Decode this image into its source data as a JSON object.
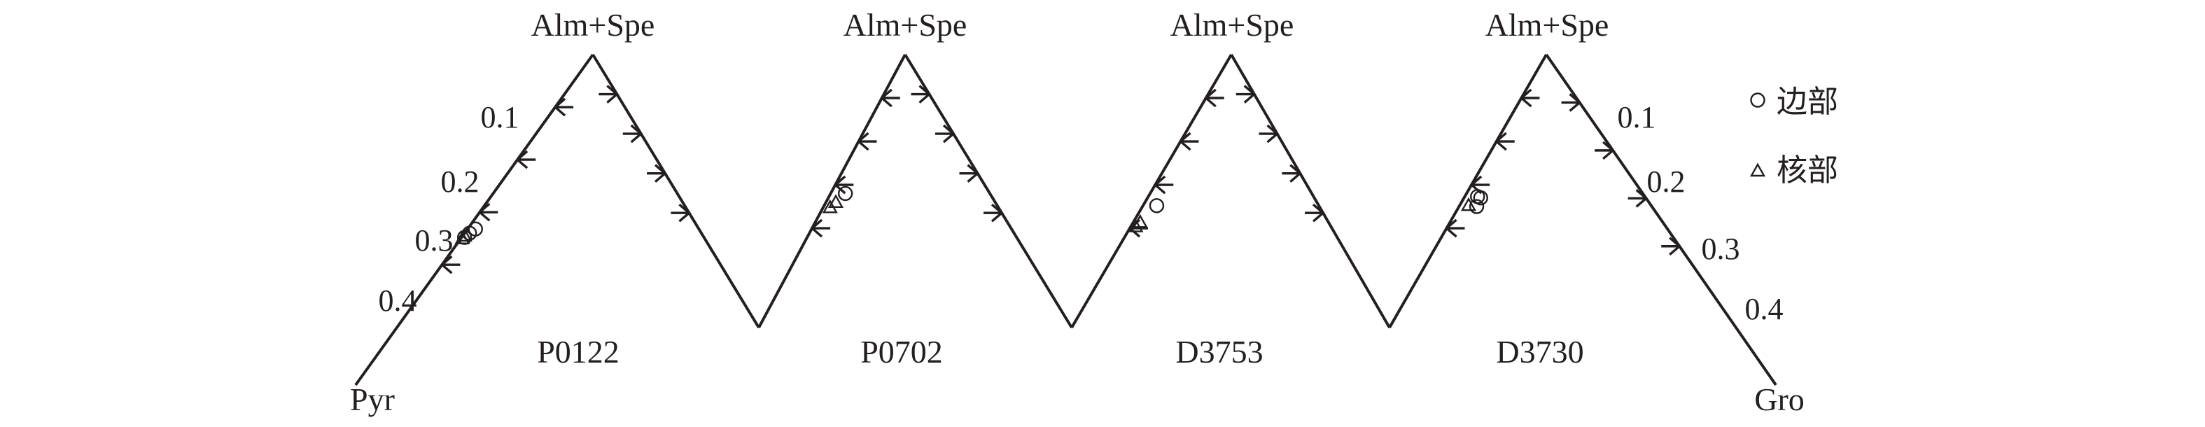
{
  "diagram": {
    "apex_label": "Alm+Spe",
    "left_corner_label": "Pyr",
    "right_corner_label": "Gro",
    "ticks": [
      0.1,
      0.2,
      0.3,
      0.4
    ],
    "tick_labels": [
      "0.1",
      "0.2",
      "0.3",
      "0.4"
    ],
    "legend": [
      {
        "symbol": "circle",
        "label": "边部"
      },
      {
        "symbol": "triangle",
        "label": "核部"
      }
    ],
    "samples": [
      {
        "name": "P0122",
        "points": [
          {
            "symbol": "triangle",
            "pyr_fraction": 0.345,
            "gro_offset": 0.004
          },
          {
            "symbol": "triangle",
            "pyr_fraction": 0.35,
            "gro_offset": 0.003
          },
          {
            "symbol": "circle",
            "pyr_fraction": 0.332,
            "gro_offset": 0.016
          },
          {
            "symbol": "circle",
            "pyr_fraction": 0.34,
            "gro_offset": 0.01
          },
          {
            "symbol": "circle",
            "pyr_fraction": 0.348,
            "gro_offset": 0.006
          }
        ]
      },
      {
        "name": "P0702",
        "points": [
          {
            "symbol": "circle",
            "pyr_fraction": 0.32,
            "gro_offset": 0.03
          },
          {
            "symbol": "triangle",
            "pyr_fraction": 0.34,
            "gro_offset": 0.02
          },
          {
            "symbol": "triangle",
            "pyr_fraction": 0.352,
            "gro_offset": 0.014
          }
        ]
      },
      {
        "name": "D3753",
        "points": [
          {
            "symbol": "circle",
            "pyr_fraction": 0.348,
            "gro_offset": 0.028
          },
          {
            "symbol": "triangle",
            "pyr_fraction": 0.386,
            "gro_offset": 0.014
          },
          {
            "symbol": "triangle",
            "pyr_fraction": 0.396,
            "gro_offset": 0.01
          }
        ]
      },
      {
        "name": "D3730",
        "points": [
          {
            "symbol": "circle",
            "pyr_fraction": 0.327,
            "gro_offset": 0.026
          },
          {
            "symbol": "circle",
            "pyr_fraction": 0.33,
            "gro_offset": 0.034
          },
          {
            "symbol": "triangle",
            "pyr_fraction": 0.347,
            "gro_offset": 0.018
          },
          {
            "symbol": "circle",
            "pyr_fraction": 0.35,
            "gro_offset": 0.036
          }
        ]
      }
    ]
  }
}
